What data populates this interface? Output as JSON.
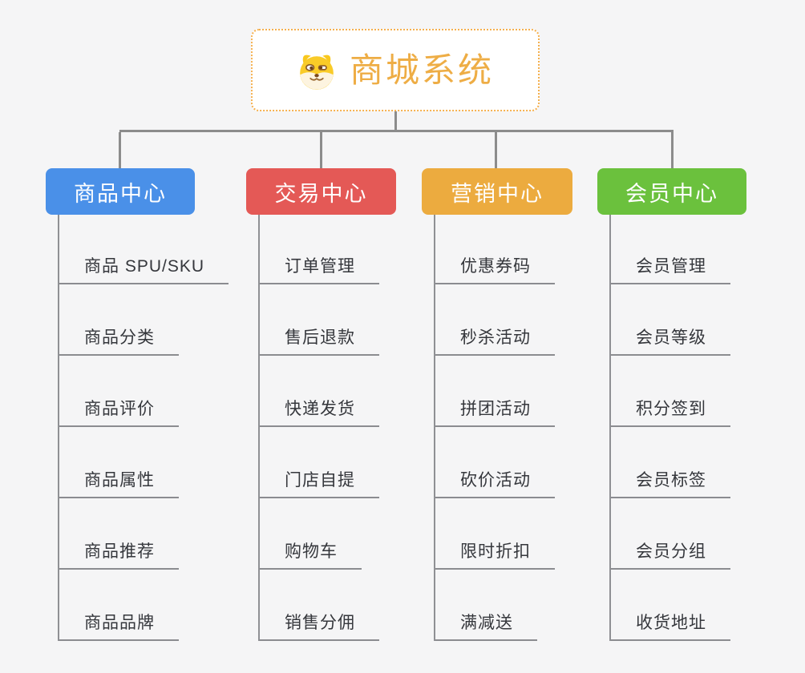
{
  "app": {
    "background_color": "#f5f5f6",
    "connector_color": "#8c8c8c"
  },
  "root": {
    "title": "商城系统",
    "icon": "doge-face-icon",
    "title_color": "#eead45",
    "border_color": "#f5b04e"
  },
  "branches": [
    {
      "label": "商品中心",
      "color": "#4a90e8",
      "children": [
        "商品 SPU/SKU",
        "商品分类",
        "商品评价",
        "商品属性",
        "商品推荐",
        "商品品牌"
      ]
    },
    {
      "label": "交易中心",
      "color": "#e45956",
      "children": [
        "订单管理",
        "售后退款",
        "快递发货",
        "门店自提",
        "购物车",
        "销售分佣"
      ]
    },
    {
      "label": "营销中心",
      "color": "#ecab3f",
      "children": [
        "优惠券码",
        "秒杀活动",
        "拼团活动",
        "砍价活动",
        "限时折扣",
        "满减送"
      ]
    },
    {
      "label": "会员中心",
      "color": "#6bc13d",
      "children": [
        "会员管理",
        "会员等级",
        "积分签到",
        "会员标签",
        "会员分组",
        "收货地址"
      ]
    }
  ]
}
